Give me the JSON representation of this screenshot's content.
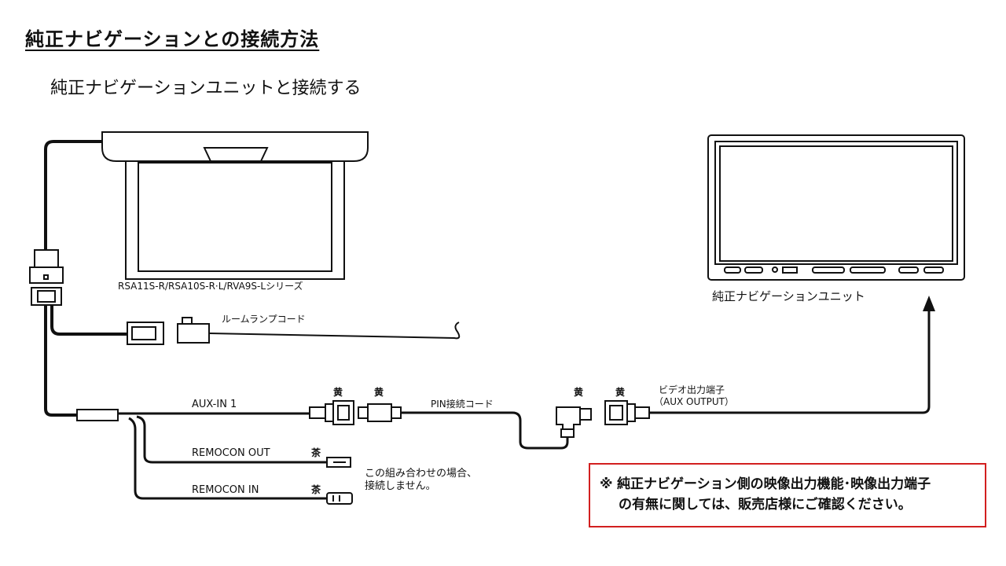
{
  "title": "純正ナビゲーションとの接続方法",
  "subtitle": "純正ナビゲーションユニットと接続する",
  "monitor_label": "RSA11S-R/RSA10S-R·L/RVA9S-Lシリーズ",
  "room_lamp_label": "ルームランプコード",
  "aux_in_label": "AUX-IN 1",
  "color_yellow": "黄",
  "color_brown": "茶",
  "pin_cord_label": "PIN接続コード",
  "video_out_label_1": "ビデオ出力端子",
  "video_out_label_2": "（AUX OUTPUT）",
  "remocon_out_label": "REMOCON OUT",
  "remocon_in_label": "REMOCON IN",
  "not_connected_1": "この組み合わせの場合、",
  "not_connected_2": "接続しません。",
  "navi_unit_label": "純正ナビゲーションユニット",
  "note": {
    "mark": "※",
    "line1": "純正ナビゲーション側の映像出力機能･映像出力端子",
    "line2": "の有無に関しては、販売店様にご確認ください。"
  },
  "colors": {
    "line": "#111111",
    "note_border": "#d21f1f"
  }
}
